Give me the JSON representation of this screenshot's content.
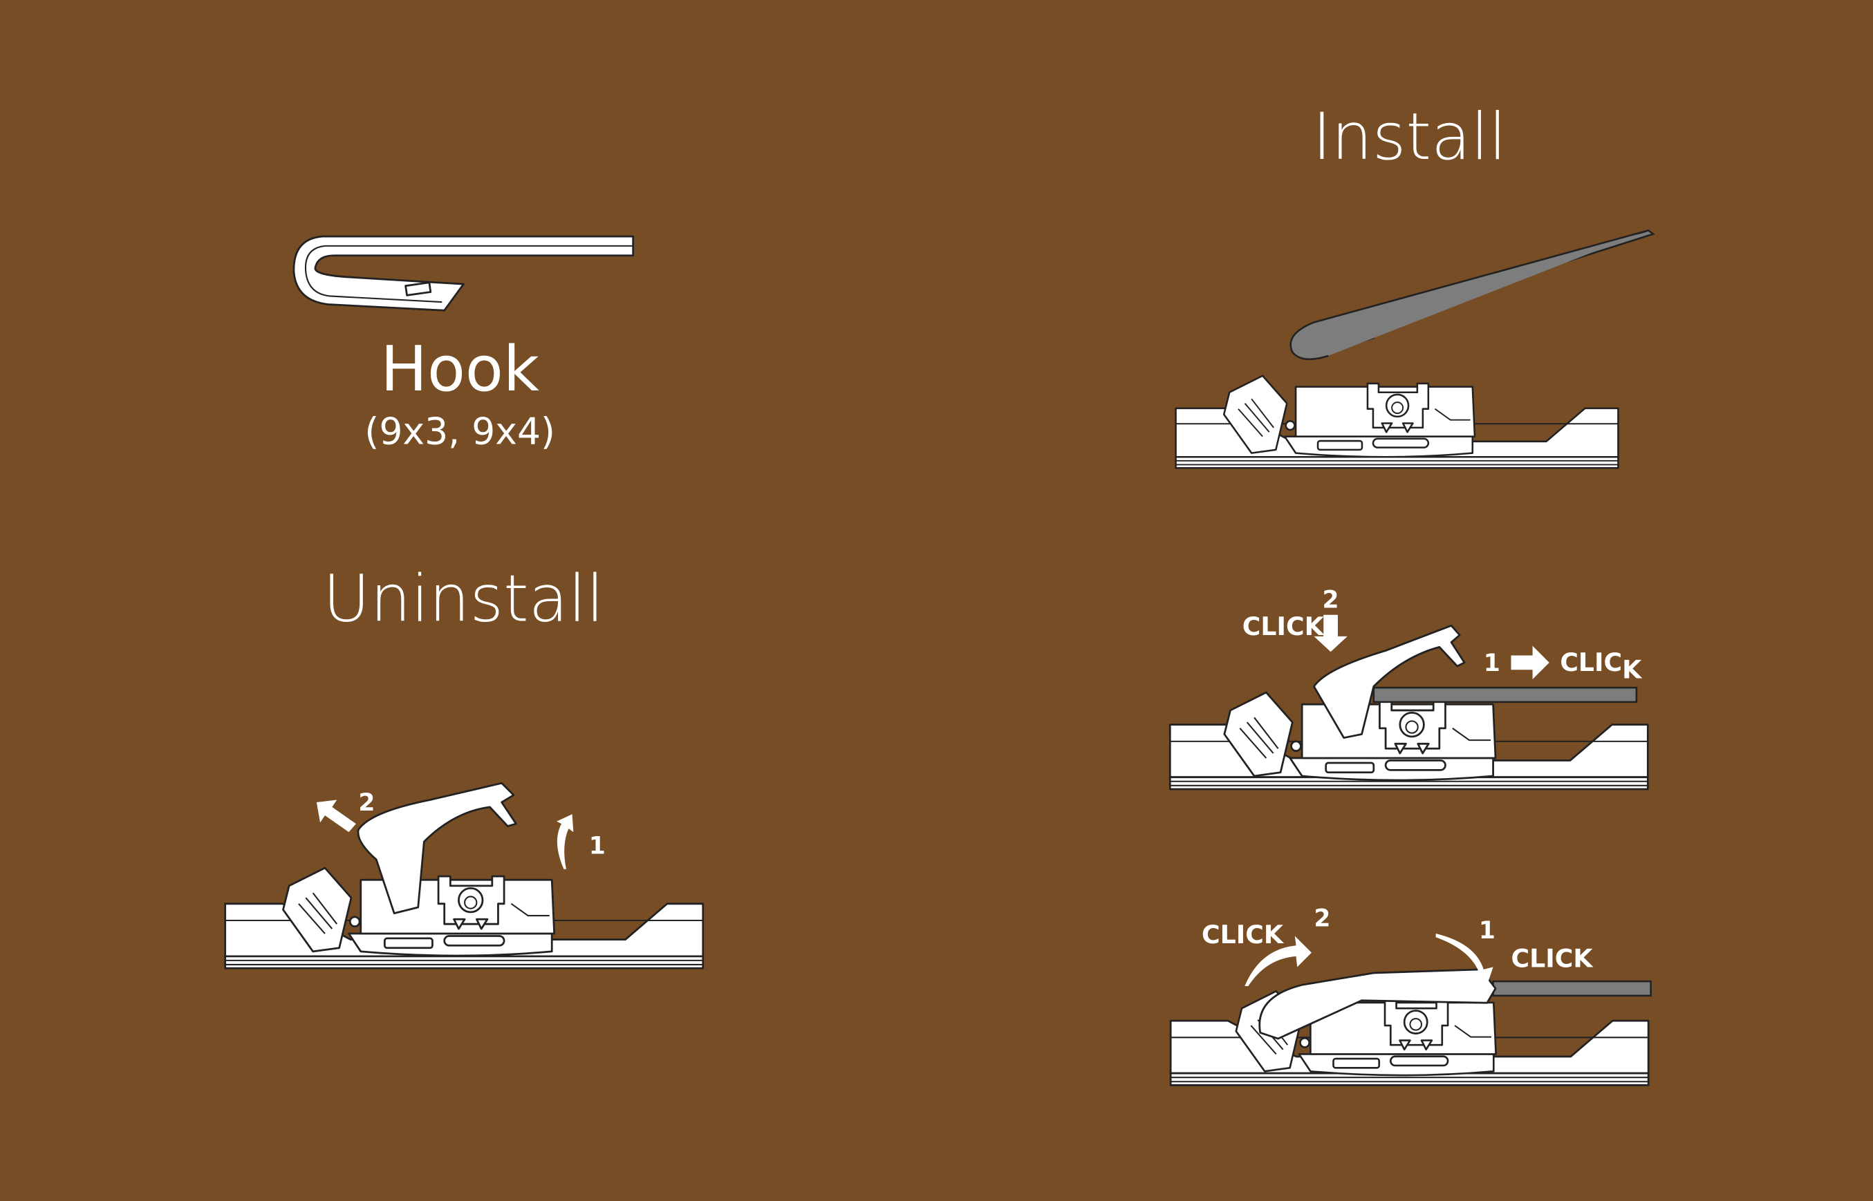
{
  "colors": {
    "background": "#774D26",
    "drawing": "#ffffff",
    "arm": "#7d7d7d"
  },
  "hook": {
    "title": "Hook",
    "sizes": "(9x3, 9x4)"
  },
  "uninstall": {
    "title": "Uninstall",
    "step1": "1",
    "step2": "2"
  },
  "install": {
    "title": "Install",
    "step2_panel": {
      "click_left": "CLICK",
      "num_left": "2",
      "num_right": "1",
      "click_right": "CLIC",
      "click_right_sub": "K"
    },
    "step3_panel": {
      "click_left": "CLICK",
      "num_left": "2",
      "num_right": "1",
      "click_right": "CLICK"
    }
  }
}
